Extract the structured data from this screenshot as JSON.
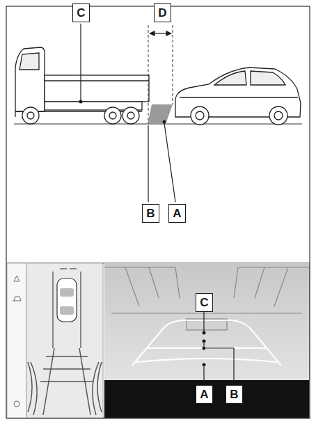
{
  "diagram": {
    "nodes": [
      {
        "text": [
          "C"
        ]
      },
      {
        "text": [
          "D"
        ]
      },
      {
        "text": [
          "B"
        ]
      },
      {
        "text": [
          "A"
        ]
      },
      {
        "text": [
          "C"
        ]
      },
      {
        "text": [
          "A"
        ]
      },
      {
        "text": [
          "B"
        ]
      }
    ]
  }
}
